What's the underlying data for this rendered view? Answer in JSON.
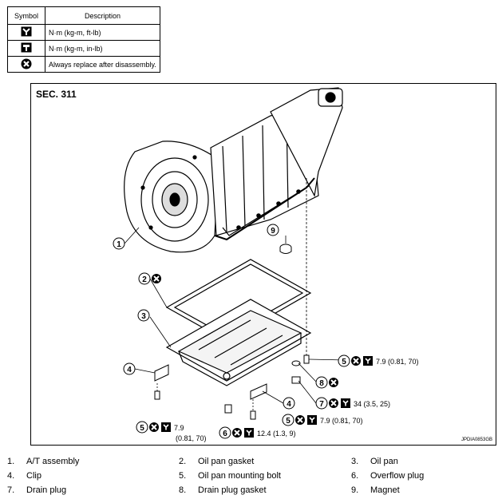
{
  "legend": {
    "header_symbol": "Symbol",
    "header_description": "Description",
    "rows": [
      {
        "icon": "torque-nm-ftlb-icon",
        "description": "N·m (kg-m, ft-lb)"
      },
      {
        "icon": "torque-nm-inlb-icon",
        "description": "N·m (kg-m, in-lb)"
      },
      {
        "icon": "always-replace-icon",
        "description": "Always replace after disassembly."
      }
    ]
  },
  "diagram": {
    "section": "SEC. 311",
    "code": "JPDIA0853GB",
    "callouts": {
      "c1": "1",
      "c2": "2",
      "c3": "3",
      "c4a": "4",
      "c4b": "4",
      "c5a": "5",
      "c5b": "5",
      "c5c": "5",
      "c6": "6",
      "c7": "7",
      "c8": "8",
      "c9": "9"
    },
    "torques": {
      "t5a": "7.9 (0.81, 70)",
      "t5b_line1": "7.9",
      "t5b_line2": "(0.81, 70)",
      "t5c": "7.9 (0.81, 70)",
      "t6": "12.4 (1.3, 9)",
      "t7": "34 (3.5, 25)"
    }
  },
  "parts": [
    {
      "num": "1.",
      "name": "A/T assembly"
    },
    {
      "num": "2.",
      "name": "Oil pan gasket"
    },
    {
      "num": "3.",
      "name": "Oil pan"
    },
    {
      "num": "4.",
      "name": "Clip"
    },
    {
      "num": "5.",
      "name": "Oil pan mounting bolt"
    },
    {
      "num": "6.",
      "name": "Overflow plug"
    },
    {
      "num": "7.",
      "name": "Drain plug"
    },
    {
      "num": "8.",
      "name": "Drain plug gasket"
    },
    {
      "num": "9.",
      "name": "Magnet"
    }
  ]
}
